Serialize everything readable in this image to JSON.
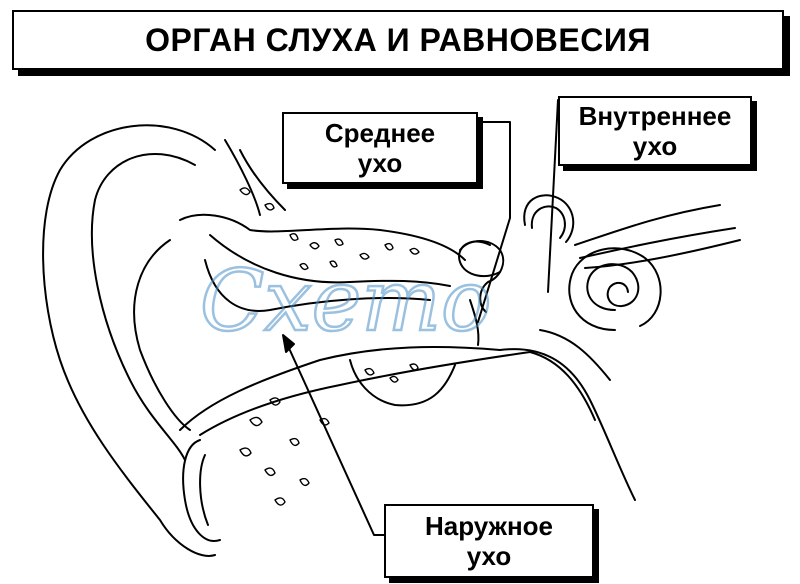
{
  "title": "ОРГАН СЛУХА И РАВНОВЕСИЯ",
  "labels": {
    "middle_ear": [
      "Среднее",
      "ухо"
    ],
    "inner_ear": [
      "Внутреннее",
      "ухо"
    ],
    "outer_ear": [
      "Наружное",
      "ухо"
    ]
  },
  "watermark": "Cxemo",
  "colors": {
    "ink": "#000000",
    "watermark": "#4a90c8",
    "background": "#ffffff"
  }
}
